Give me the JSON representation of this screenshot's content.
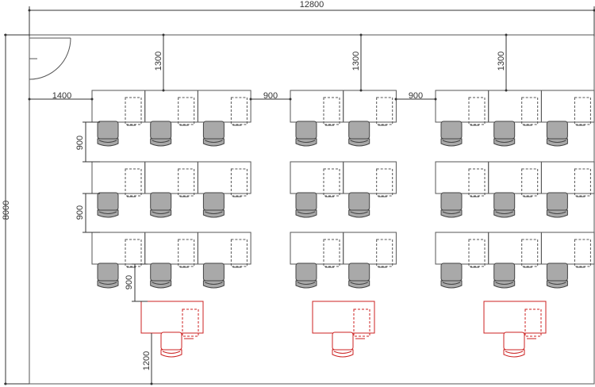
{
  "dimensions": {
    "overall_width": "12800",
    "overall_depth": "8000",
    "top_clearance_left": "1300",
    "top_clearance_center": "1300",
    "top_clearance_right": "1300",
    "wall_clearance_left": "1400",
    "aisle_left_center": "900",
    "aisle_center_right": "900",
    "row_gap_1": "900",
    "row_gap_2": "900",
    "manager_gap": "900",
    "manager_clearance": "1200"
  },
  "layout": {
    "staff_rows": 3,
    "blocks": [
      {
        "name": "left",
        "desks_per_row": 3
      },
      {
        "name": "center",
        "desks_per_row": 2
      },
      {
        "name": "right",
        "desks_per_row": 3
      }
    ],
    "manager_desks": 3
  },
  "colors": {
    "line": "#555555",
    "dim_line": "#333333",
    "manager": "#cc2222",
    "chair_fill": "#a9a9a9",
    "chair_stroke": "#444444"
  }
}
